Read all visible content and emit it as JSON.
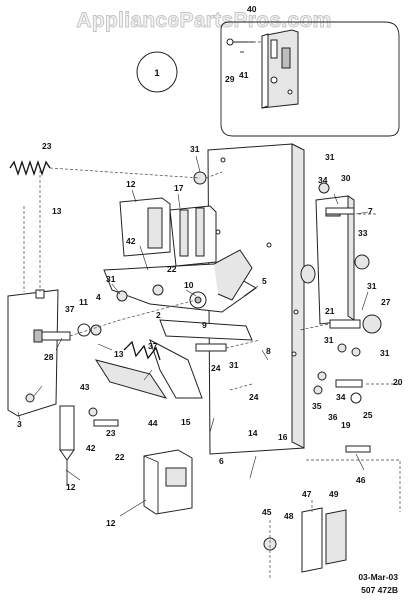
{
  "watermark": "AppliancePartsPros.com",
  "view_number": "1",
  "footer": {
    "date": "03-Mar-03",
    "drawing_number": "507 472B"
  },
  "callouts": [
    {
      "id": "c40",
      "text": "40"
    },
    {
      "id": "c29",
      "text": "29"
    },
    {
      "id": "c41",
      "text": "41"
    },
    {
      "id": "c23",
      "text": "23"
    },
    {
      "id": "c13a",
      "text": "13"
    },
    {
      "id": "c31a",
      "text": "31"
    },
    {
      "id": "c31b",
      "text": "31"
    },
    {
      "id": "c34a",
      "text": "34"
    },
    {
      "id": "c30",
      "text": "30"
    },
    {
      "id": "c12a",
      "text": "12"
    },
    {
      "id": "c17",
      "text": "17"
    },
    {
      "id": "c7",
      "text": "7"
    },
    {
      "id": "c33",
      "text": "33"
    },
    {
      "id": "c42a",
      "text": "42"
    },
    {
      "id": "c22a",
      "text": "22"
    },
    {
      "id": "c31c",
      "text": "31"
    },
    {
      "id": "c5",
      "text": "5"
    },
    {
      "id": "c10",
      "text": "10"
    },
    {
      "id": "c31d",
      "text": "31"
    },
    {
      "id": "c27",
      "text": "27"
    },
    {
      "id": "c37a",
      "text": "37"
    },
    {
      "id": "c11",
      "text": "11"
    },
    {
      "id": "c4",
      "text": "4"
    },
    {
      "id": "c9",
      "text": "9"
    },
    {
      "id": "c2",
      "text": "2"
    },
    {
      "id": "c21",
      "text": "21"
    },
    {
      "id": "c28",
      "text": "28"
    },
    {
      "id": "c13b",
      "text": "13"
    },
    {
      "id": "c37b",
      "text": "37"
    },
    {
      "id": "c8",
      "text": "8"
    },
    {
      "id": "c31e",
      "text": "31"
    },
    {
      "id": "c31f",
      "text": "31"
    },
    {
      "id": "c24a",
      "text": "24"
    },
    {
      "id": "c31g",
      "text": "31"
    },
    {
      "id": "c20",
      "text": "20"
    },
    {
      "id": "c43",
      "text": "43"
    },
    {
      "id": "c34b",
      "text": "34"
    },
    {
      "id": "c36",
      "text": "36"
    },
    {
      "id": "c35",
      "text": "35"
    },
    {
      "id": "c25",
      "text": "25"
    },
    {
      "id": "c24b",
      "text": "24"
    },
    {
      "id": "c19",
      "text": "19"
    },
    {
      "id": "c3",
      "text": "3"
    },
    {
      "id": "c42b",
      "text": "42"
    },
    {
      "id": "c23b",
      "text": "23"
    },
    {
      "id": "c44",
      "text": "44"
    },
    {
      "id": "c15",
      "text": "15"
    },
    {
      "id": "c22b",
      "text": "22"
    },
    {
      "id": "c14",
      "text": "14"
    },
    {
      "id": "c16",
      "text": "16"
    },
    {
      "id": "c6",
      "text": "6"
    },
    {
      "id": "c12b",
      "text": "12"
    },
    {
      "id": "c46",
      "text": "46"
    },
    {
      "id": "c12c",
      "text": "12"
    },
    {
      "id": "c47",
      "text": "47"
    },
    {
      "id": "c49",
      "text": "49"
    },
    {
      "id": "c45",
      "text": "45"
    },
    {
      "id": "c48",
      "text": "48"
    }
  ]
}
